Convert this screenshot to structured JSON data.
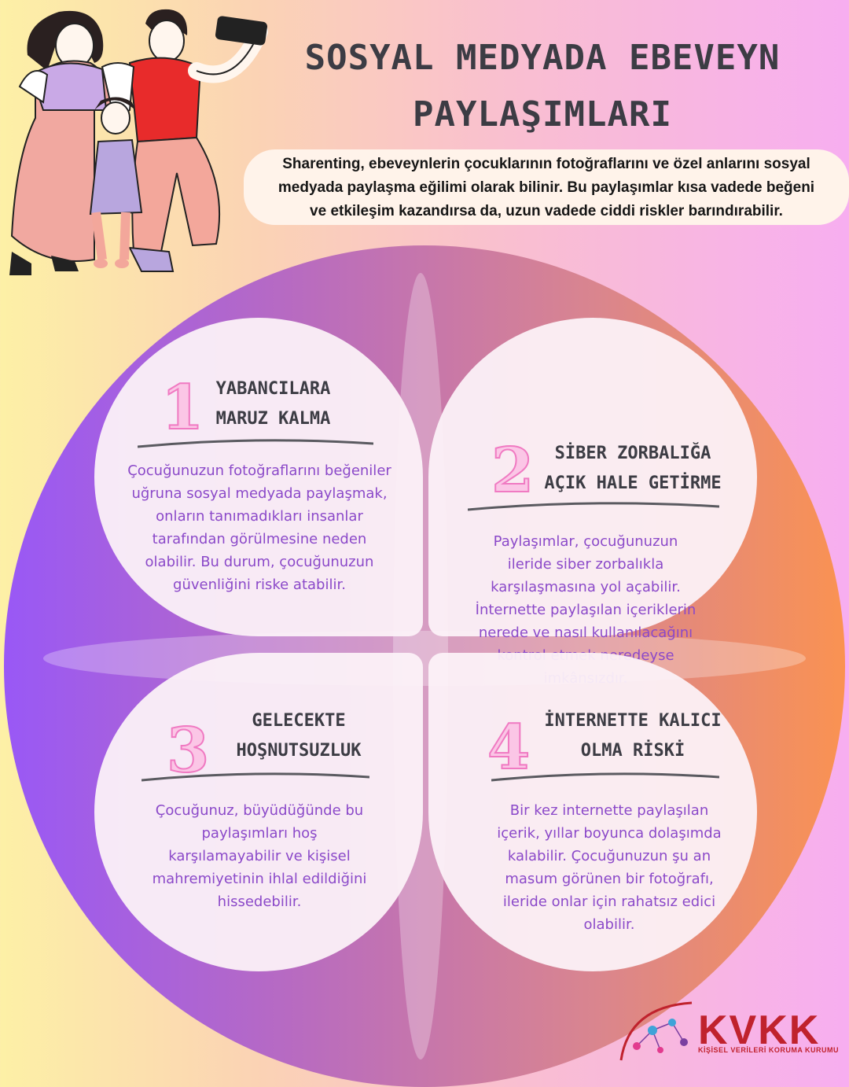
{
  "header": {
    "title_line1": "SOSYAL MEDYADA EBEVEYN",
    "title_line2": "PAYLAŞIMLARI (SHARENTING)"
  },
  "intro": {
    "line1": "Sharenting, ebeveynlerin çocuklarının fotoğraflarını ve özel anlarını sosyal",
    "line2": "medyada paylaşma eğilimi olarak bilinir. Bu paylaşımlar kısa vadede beğeni",
    "line3": "ve etkileşim kazandırsa da, uzun vadede ciddi riskler barındırabilir."
  },
  "risks": [
    {
      "number": "1",
      "heading": [
        "YABANCILARA",
        "MARUZ KALMA"
      ],
      "body": [
        "Çocuğunuzun fotoğraflarını beğeniler",
        "uğruna sosyal medyada paylaşmak,",
        "onların tanımadıkları insanlar",
        "tarafından görülmesine neden",
        "olabilir. Bu durum, çocuğunuzun",
        "güvenliğini riske atabilir."
      ]
    },
    {
      "number": "2",
      "heading": [
        "SİBER ZORBALIĞA",
        "AÇIK HALE GETİRME"
      ],
      "body": [
        "Paylaşımlar, çocuğunuzun",
        "ileride siber zorbalıkla",
        "karşılaşmasına yol açabilir.",
        "İnternette paylaşılan içeriklerin",
        "nerede ve nasıl kullanılacağını",
        "kontrol etmek neredeyse",
        "imkânsızdır."
      ]
    },
    {
      "number": "3",
      "heading": [
        "GELECEKTE",
        "HOŞNUTSUZLUK"
      ],
      "body": [
        "Çocuğunuz, büyüdüğünde bu",
        "paylaşımları hoş",
        "karşılamayabilir ve kişisel",
        "mahremiyetinin ihlal edildiğini",
        "hissedebilir."
      ]
    },
    {
      "number": "4",
      "heading": [
        "İNTERNETTE KALICI",
        "OLMA RİSKİ"
      ],
      "body": [
        "Bir kez internette paylaşılan",
        "içerik, yıllar boyunca dolaşımda",
        "kalabilir. Çocuğunuzun şu an",
        "masum görünen bir fotoğrafı,",
        "ileride onlar için rahatsız edici",
        "olabilir."
      ]
    }
  ],
  "logo": {
    "name": "KVKK",
    "subtitle": "KİŞİSEL VERİLERİ KORUMA KURUMU",
    "color": "#c0222d"
  },
  "colors": {
    "accent_pink": "#f07ac2",
    "body_purple": "#8b49c9",
    "heading_gray": "#3c3c44"
  }
}
